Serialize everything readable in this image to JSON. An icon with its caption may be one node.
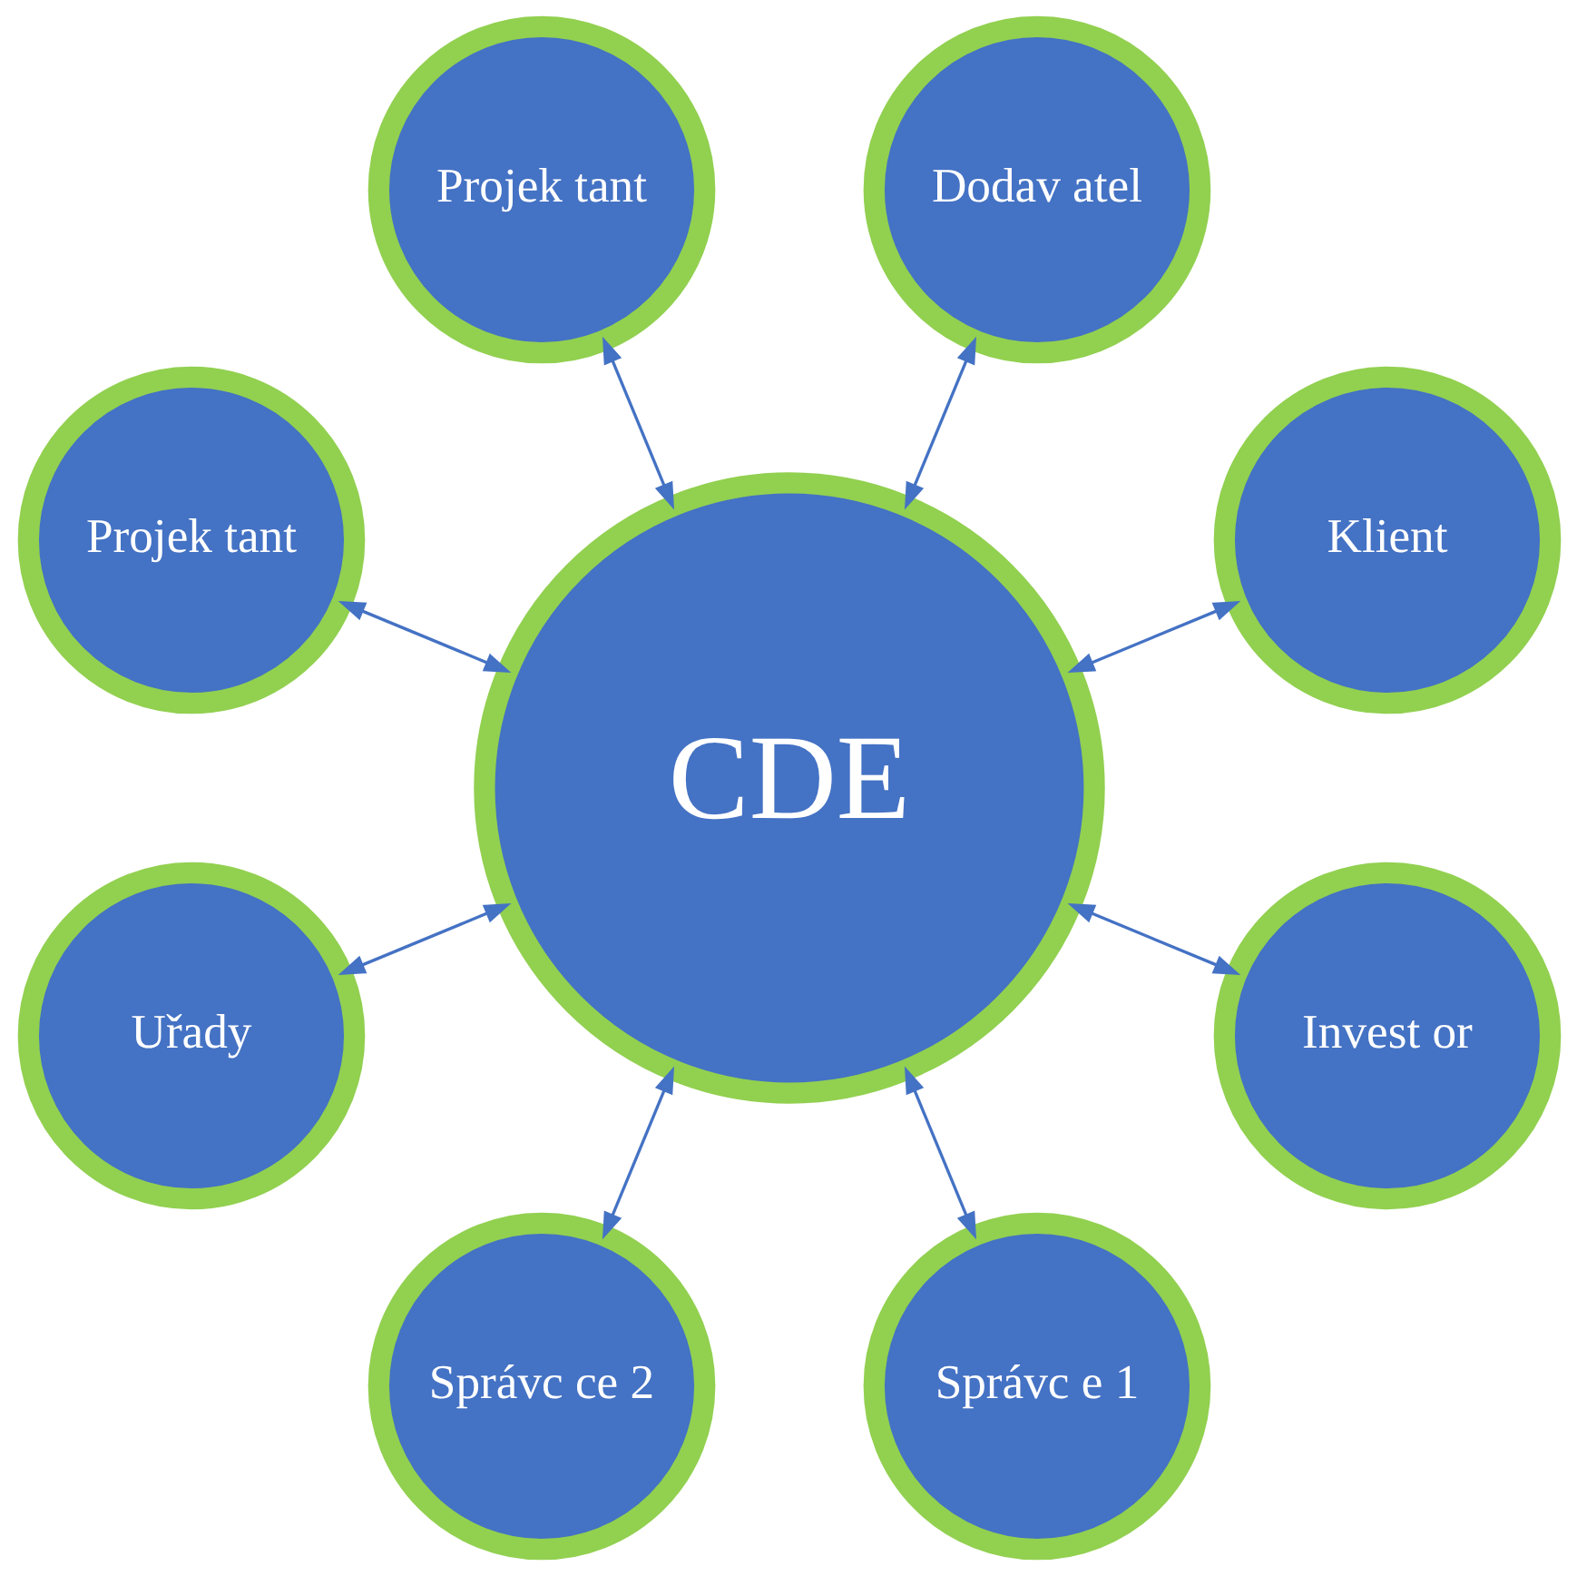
{
  "diagram": {
    "nodes": [
      {
        "text": [
          "CDE"
        ]
      },
      {
        "text": [
          "Klient"
        ]
      },
      {
        "text": [
          "Dodav atel"
        ]
      },
      {
        "text": [
          "Projek tant"
        ]
      },
      {
        "text": [
          "Projek tant"
        ]
      },
      {
        "text": [
          "Uřady"
        ]
      },
      {
        "text": [
          "Správc ce 2"
        ]
      },
      {
        "text": [
          "Správc e 1"
        ]
      },
      {
        "text": [
          "Invest or"
        ]
      }
    ],
    "edges": [
      {
        "from": 0,
        "to": 1,
        "arrow": "both"
      },
      {
        "from": 0,
        "to": 2,
        "arrow": "both"
      },
      {
        "from": 0,
        "to": 3,
        "arrow": "both"
      },
      {
        "from": 0,
        "to": 4,
        "arrow": "both"
      },
      {
        "from": 0,
        "to": 5,
        "arrow": "both"
      },
      {
        "from": 0,
        "to": 6,
        "arrow": "both"
      },
      {
        "from": 0,
        "to": 7,
        "arrow": "both"
      },
      {
        "from": 0,
        "to": 8,
        "arrow": "both"
      }
    ]
  }
}
